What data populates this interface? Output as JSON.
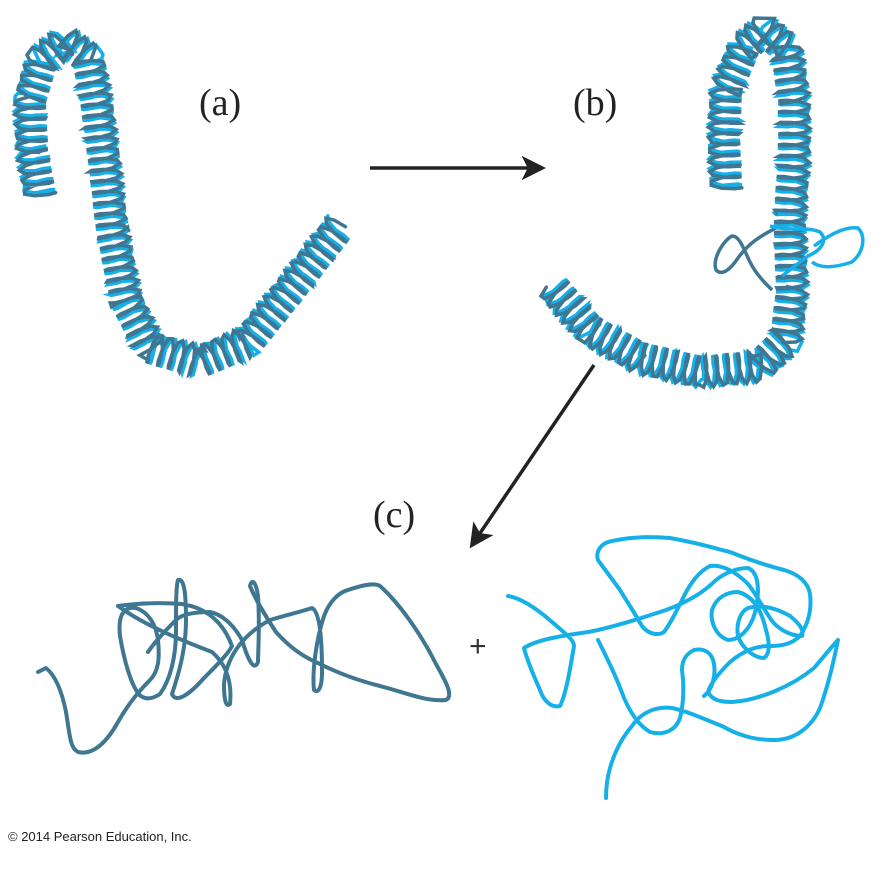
{
  "labels": {
    "a": "(a)",
    "b": "(b)",
    "c": "(c)",
    "plus": "+"
  },
  "copyright": "© 2014 Pearson Education, Inc.",
  "colors": {
    "strand_dark": "#3f7691",
    "strand_light": "#16b0e8",
    "arrow": "#222222",
    "text": "#222222"
  }
}
